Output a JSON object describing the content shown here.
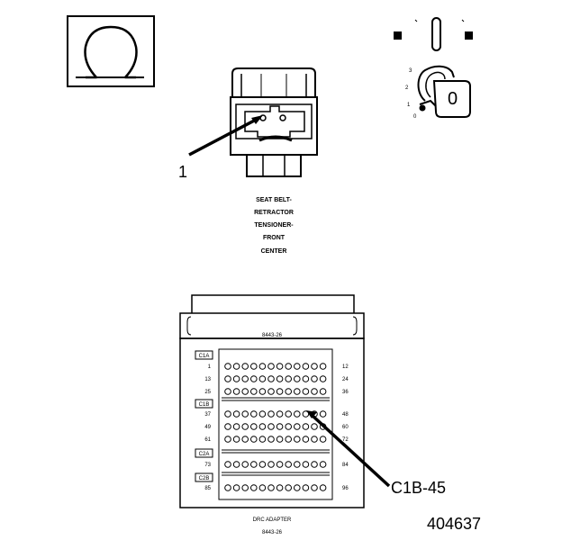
{
  "ohmmeter_symbol": "Ω",
  "ignition_switch": {
    "key_label": "0",
    "positions": [
      "3",
      "2",
      "1",
      "0"
    ]
  },
  "connector": {
    "callout": "1",
    "caption_lines": [
      "SEAT BELT-",
      "RETRACTOR",
      "TENSIONER-",
      "FRONT",
      "CENTER"
    ]
  },
  "adapter": {
    "top_label": "8443-26",
    "bottom_label_line1": "DRC ADAPTER",
    "bottom_label_line2": "8443-26",
    "callout": "C1B-45",
    "sections": [
      {
        "name": "C1A",
        "rows": [
          [
            "1",
            "12"
          ],
          [
            "13",
            "24"
          ],
          [
            "25",
            "36"
          ]
        ]
      },
      {
        "name": "C1B",
        "rows": [
          [
            "37",
            "48"
          ],
          [
            "49",
            "60"
          ],
          [
            "61",
            "72"
          ]
        ]
      },
      {
        "name": "C2A",
        "rows": [
          [
            "73",
            "84"
          ]
        ]
      },
      {
        "name": "C2B",
        "rows": [
          [
            "85",
            "96"
          ]
        ]
      }
    ]
  },
  "figure_number": "404637"
}
